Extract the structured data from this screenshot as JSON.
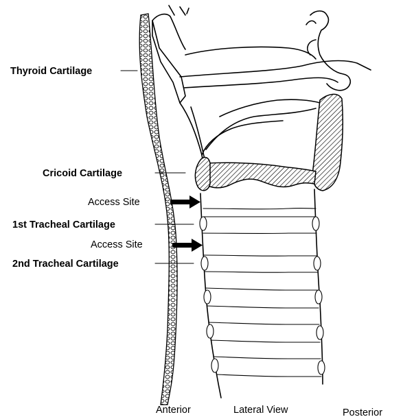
{
  "diagram": {
    "labels": {
      "thyroid": "Thyroid Cartilage",
      "cricoid": "Cricoid Cartilage",
      "access1": "Access Site",
      "trach1": "1st Tracheal Cartilage",
      "access2": "Access Site",
      "trach2": "2nd Tracheal Cartilage"
    },
    "footer": {
      "anterior": "Anterior",
      "lateral": "Lateral View",
      "posterior": "Posterior"
    }
  }
}
